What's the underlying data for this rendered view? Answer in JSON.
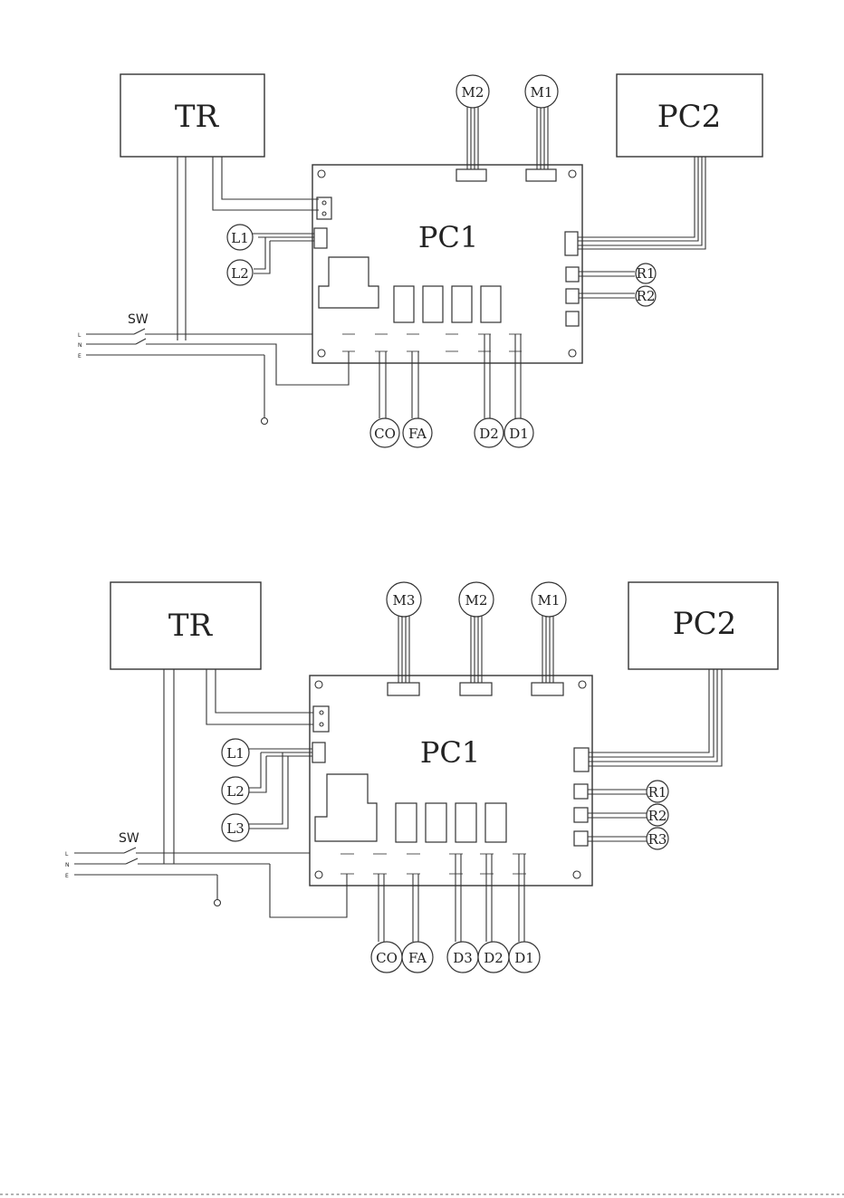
{
  "diagrams": [
    {
      "transformer": "TR",
      "main_board": "PC1",
      "display_board": "PC2",
      "switch": "SW",
      "supply": [
        "L",
        "N",
        "E"
      ],
      "motors": [
        "M2",
        "M1"
      ],
      "lamps": [
        "L1",
        "L2"
      ],
      "sensors": [
        "R1",
        "R2"
      ],
      "outputs": [
        "CO",
        "FA",
        "D2",
        "D1"
      ]
    },
    {
      "transformer": "TR",
      "main_board": "PC1",
      "display_board": "PC2",
      "switch": "SW",
      "supply": [
        "L",
        "N",
        "E"
      ],
      "motors": [
        "M3",
        "M2",
        "M1"
      ],
      "lamps": [
        "L1",
        "L2",
        "L3"
      ],
      "sensors": [
        "R1",
        "R2",
        "R3"
      ],
      "outputs": [
        "CO",
        "FA",
        "D3",
        "D2",
        "D1"
      ]
    }
  ],
  "ground_symbol": "⊕"
}
